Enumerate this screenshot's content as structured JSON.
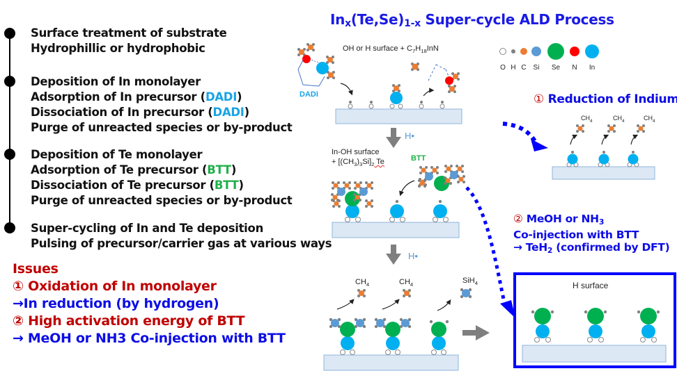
{
  "title": {
    "prefix": "In",
    "sub_x": "x",
    "middle": "(Te,Se)",
    "sub_1x": "1-x",
    "suffix": " Super-cycle ALD Process"
  },
  "steps": [
    {
      "lines": [
        "Surface treatment of substrate",
        "Hydrophillic or hydrophobic"
      ]
    },
    {
      "lines": [
        "Deposition of In monolayer",
        "Adsorption of In precursor (",
        "Dissociation of In precursor (",
        "Purge of unreacted species or by-product"
      ],
      "highlight": "DADI"
    },
    {
      "lines": [
        "Deposition of Te monolayer",
        "Adsorption of Te precursor (",
        "Dissociation of Te precursor (",
        "Purge of unreacted species or by-product"
      ],
      "highlight": "BTT"
    },
    {
      "lines": [
        "Super-cycling of In and Te deposition",
        "Pulsing of precursor/carrier gas at various ways"
      ]
    }
  ],
  "close_paren": ")",
  "issues": {
    "heading": "Issues",
    "items": [
      {
        "num": "①",
        "text": " Oxidation of In monolayer"
      },
      {
        "text": "→In reduction (by hydrogen)"
      },
      {
        "num": "②",
        "text": " High activation energy of BTT"
      },
      {
        "text": "→ MeOH or NH3  Co-injection with BTT"
      }
    ]
  },
  "legend": {
    "items": [
      {
        "symbol": "O",
        "color": "#ffffff"
      },
      {
        "symbol": "H",
        "color": "#808080"
      },
      {
        "symbol": "C",
        "color": "#ed7d31"
      },
      {
        "symbol": "Si",
        "color": "#5b9bd5"
      },
      {
        "symbol": "Se",
        "color": "#00b050"
      },
      {
        "symbol": "N",
        "color": "#ff0000"
      },
      {
        "symbol": "In",
        "color": "#00b0f0"
      }
    ]
  },
  "diagram": {
    "step1_label": "OH or H surface + C7H18InN",
    "step1_label_parts": {
      "a": "OH or H surface + C",
      "b": "7",
      "c": "H",
      "d": "18",
      "e": "InN"
    },
    "dadi_label": "DADI",
    "h_radical_1": "H•",
    "step2_label_line1": "In-OH surface",
    "step2_label_line2_parts": {
      "a": "+ [(CH",
      "b": "3",
      "c": ")",
      "d": "3",
      "e": "Si]",
      "f": "2",
      "g": " Te"
    },
    "btt_label": "BTT",
    "h_radical_2": "H•",
    "ch4": "CH",
    "ch4_sub": "4",
    "sih4": "SiH",
    "sih4_sub": "4",
    "h_surface": "H surface"
  },
  "reduction": {
    "num": "①",
    "text": " Reduction of Indium"
  },
  "coinjection": {
    "num": "②",
    "line1": " MeOH or NH",
    "line1_sub": "3",
    "line2": "Co-injection with BTT",
    "line3a": "→  TeH",
    "line3_sub": "2",
    "line3b": " (confirmed by DFT)"
  },
  "colors": {
    "accent_blue": "#1a1ae6",
    "issue_red": "#c00000",
    "dadi": "#1aa3e6",
    "btt": "#1fb04a",
    "substrate_fill": "#dde8f5",
    "substrate_stroke": "#8fb4dd"
  }
}
